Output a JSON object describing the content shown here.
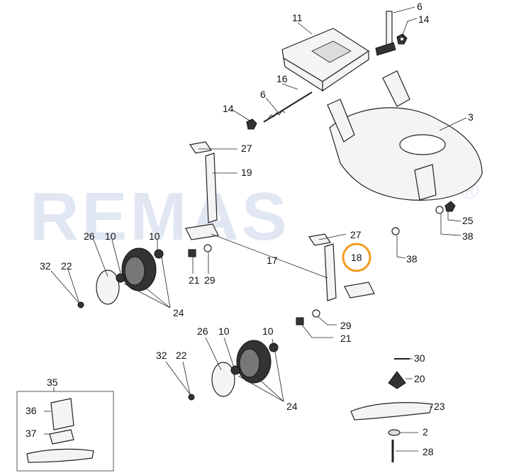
{
  "watermark": {
    "text": "REMAS",
    "mark": "®",
    "color": "#c9d4e8"
  },
  "highlight": {
    "color": "#f39a1e",
    "label": "18"
  },
  "labels": {
    "l11": "11",
    "l6a": "6",
    "l14a": "14",
    "l16": "16",
    "l6b": "6",
    "l14b": "14",
    "l3": "3",
    "l27a": "27",
    "l19": "19",
    "l25": "25",
    "l38a": "38",
    "l26a": "26",
    "l10a": "10",
    "l10b": "10",
    "l32a": "32",
    "l22a": "22",
    "l17": "17",
    "l27b": "27",
    "l38b": "38",
    "l21a": "21",
    "l29a": "29",
    "l24a": "24",
    "l29b": "29",
    "l21b": "21",
    "l26b": "26",
    "l10c": "10",
    "l10d": "10",
    "l32b": "32",
    "l22b": "22",
    "l30": "30",
    "l20": "20",
    "l35": "35",
    "l36": "36",
    "l24b": "24",
    "l23": "23",
    "l37": "37",
    "l2": "2",
    "l28": "28"
  }
}
